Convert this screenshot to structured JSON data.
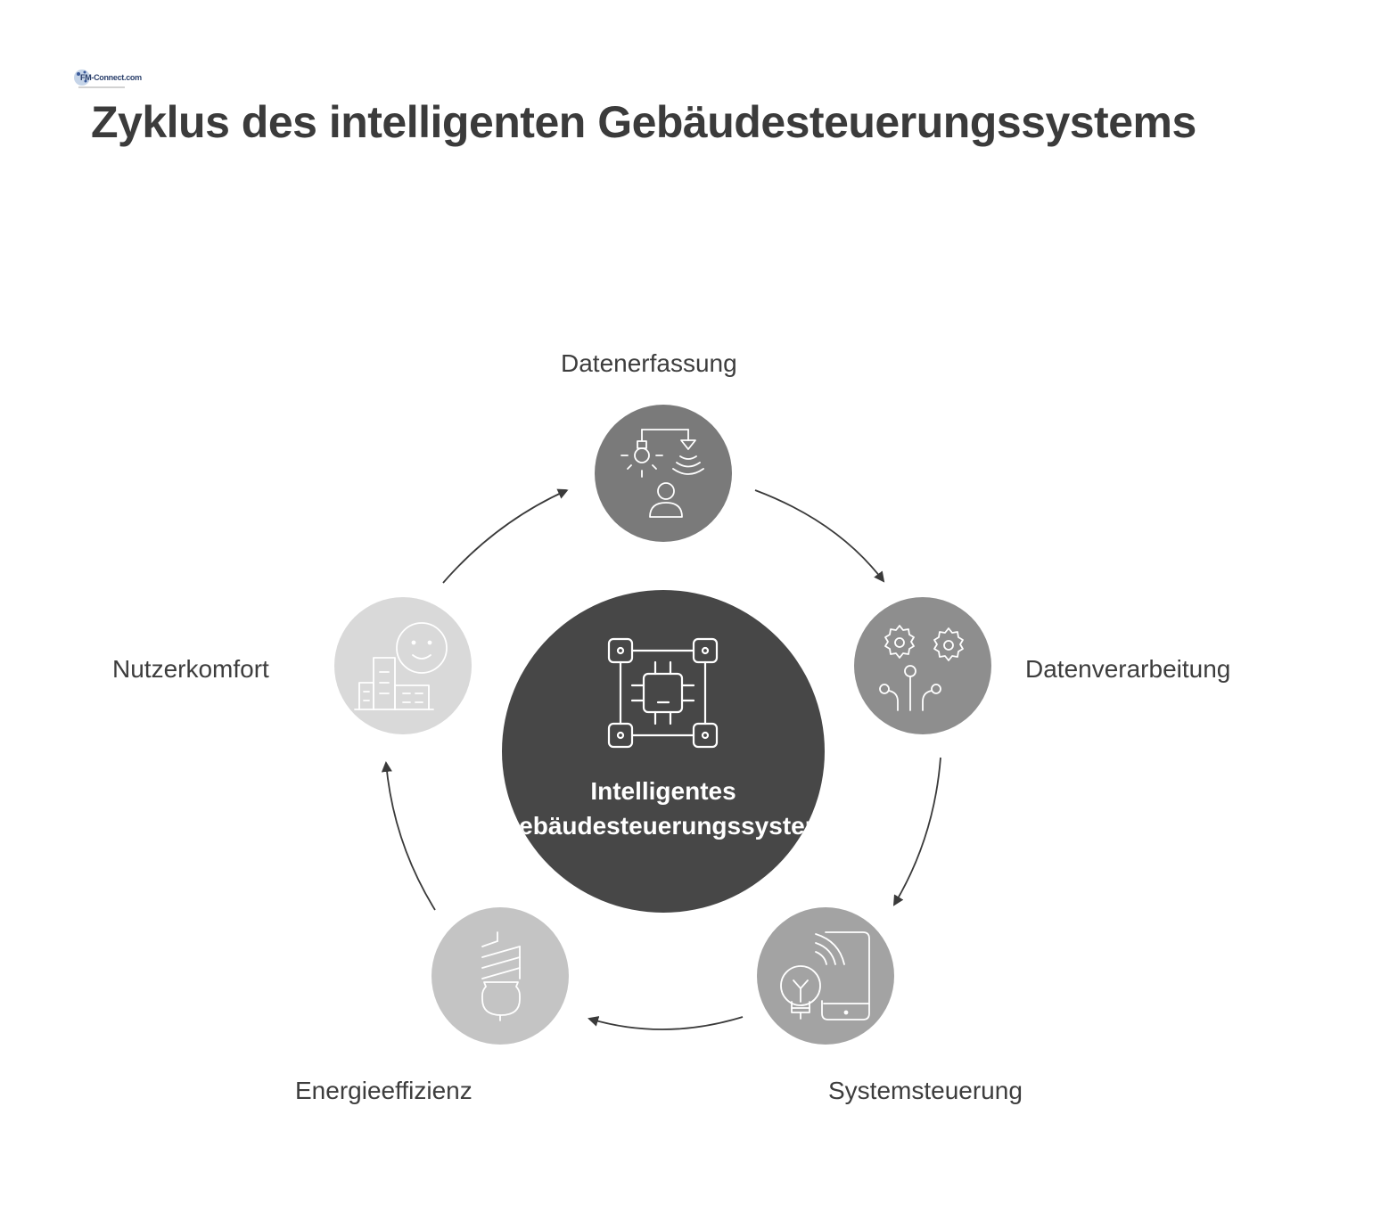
{
  "logo": {
    "text": "FM-Connect.com"
  },
  "title": "Zyklus des intelligenten Gebäudesteuerungssystems",
  "center": {
    "line1": "Intelligentes",
    "line2": "Gebäudesteuerungssystem",
    "icon": "circuit-chip-icon"
  },
  "nodes": [
    {
      "label": "Datenerfassung",
      "icon": "sensor-person-icon",
      "color": "#7a7a7a"
    },
    {
      "label": "Datenverarbeitung",
      "icon": "gears-circuit-icon",
      "color": "#8e8e8e"
    },
    {
      "label": "Systemsteuerung",
      "icon": "smartphone-bulb-icon",
      "color": "#a3a3a3"
    },
    {
      "label": "Energieeffizienz",
      "icon": "energy-saving-bulb-icon",
      "color": "#c4c4c4"
    },
    {
      "label": "Nutzerkomfort",
      "icon": "smiley-building-icon",
      "color": "#d9d9d9"
    }
  ],
  "colors": {
    "center": "#474747",
    "arrow": "#3a3a3a",
    "title": "#3b3b3b"
  }
}
